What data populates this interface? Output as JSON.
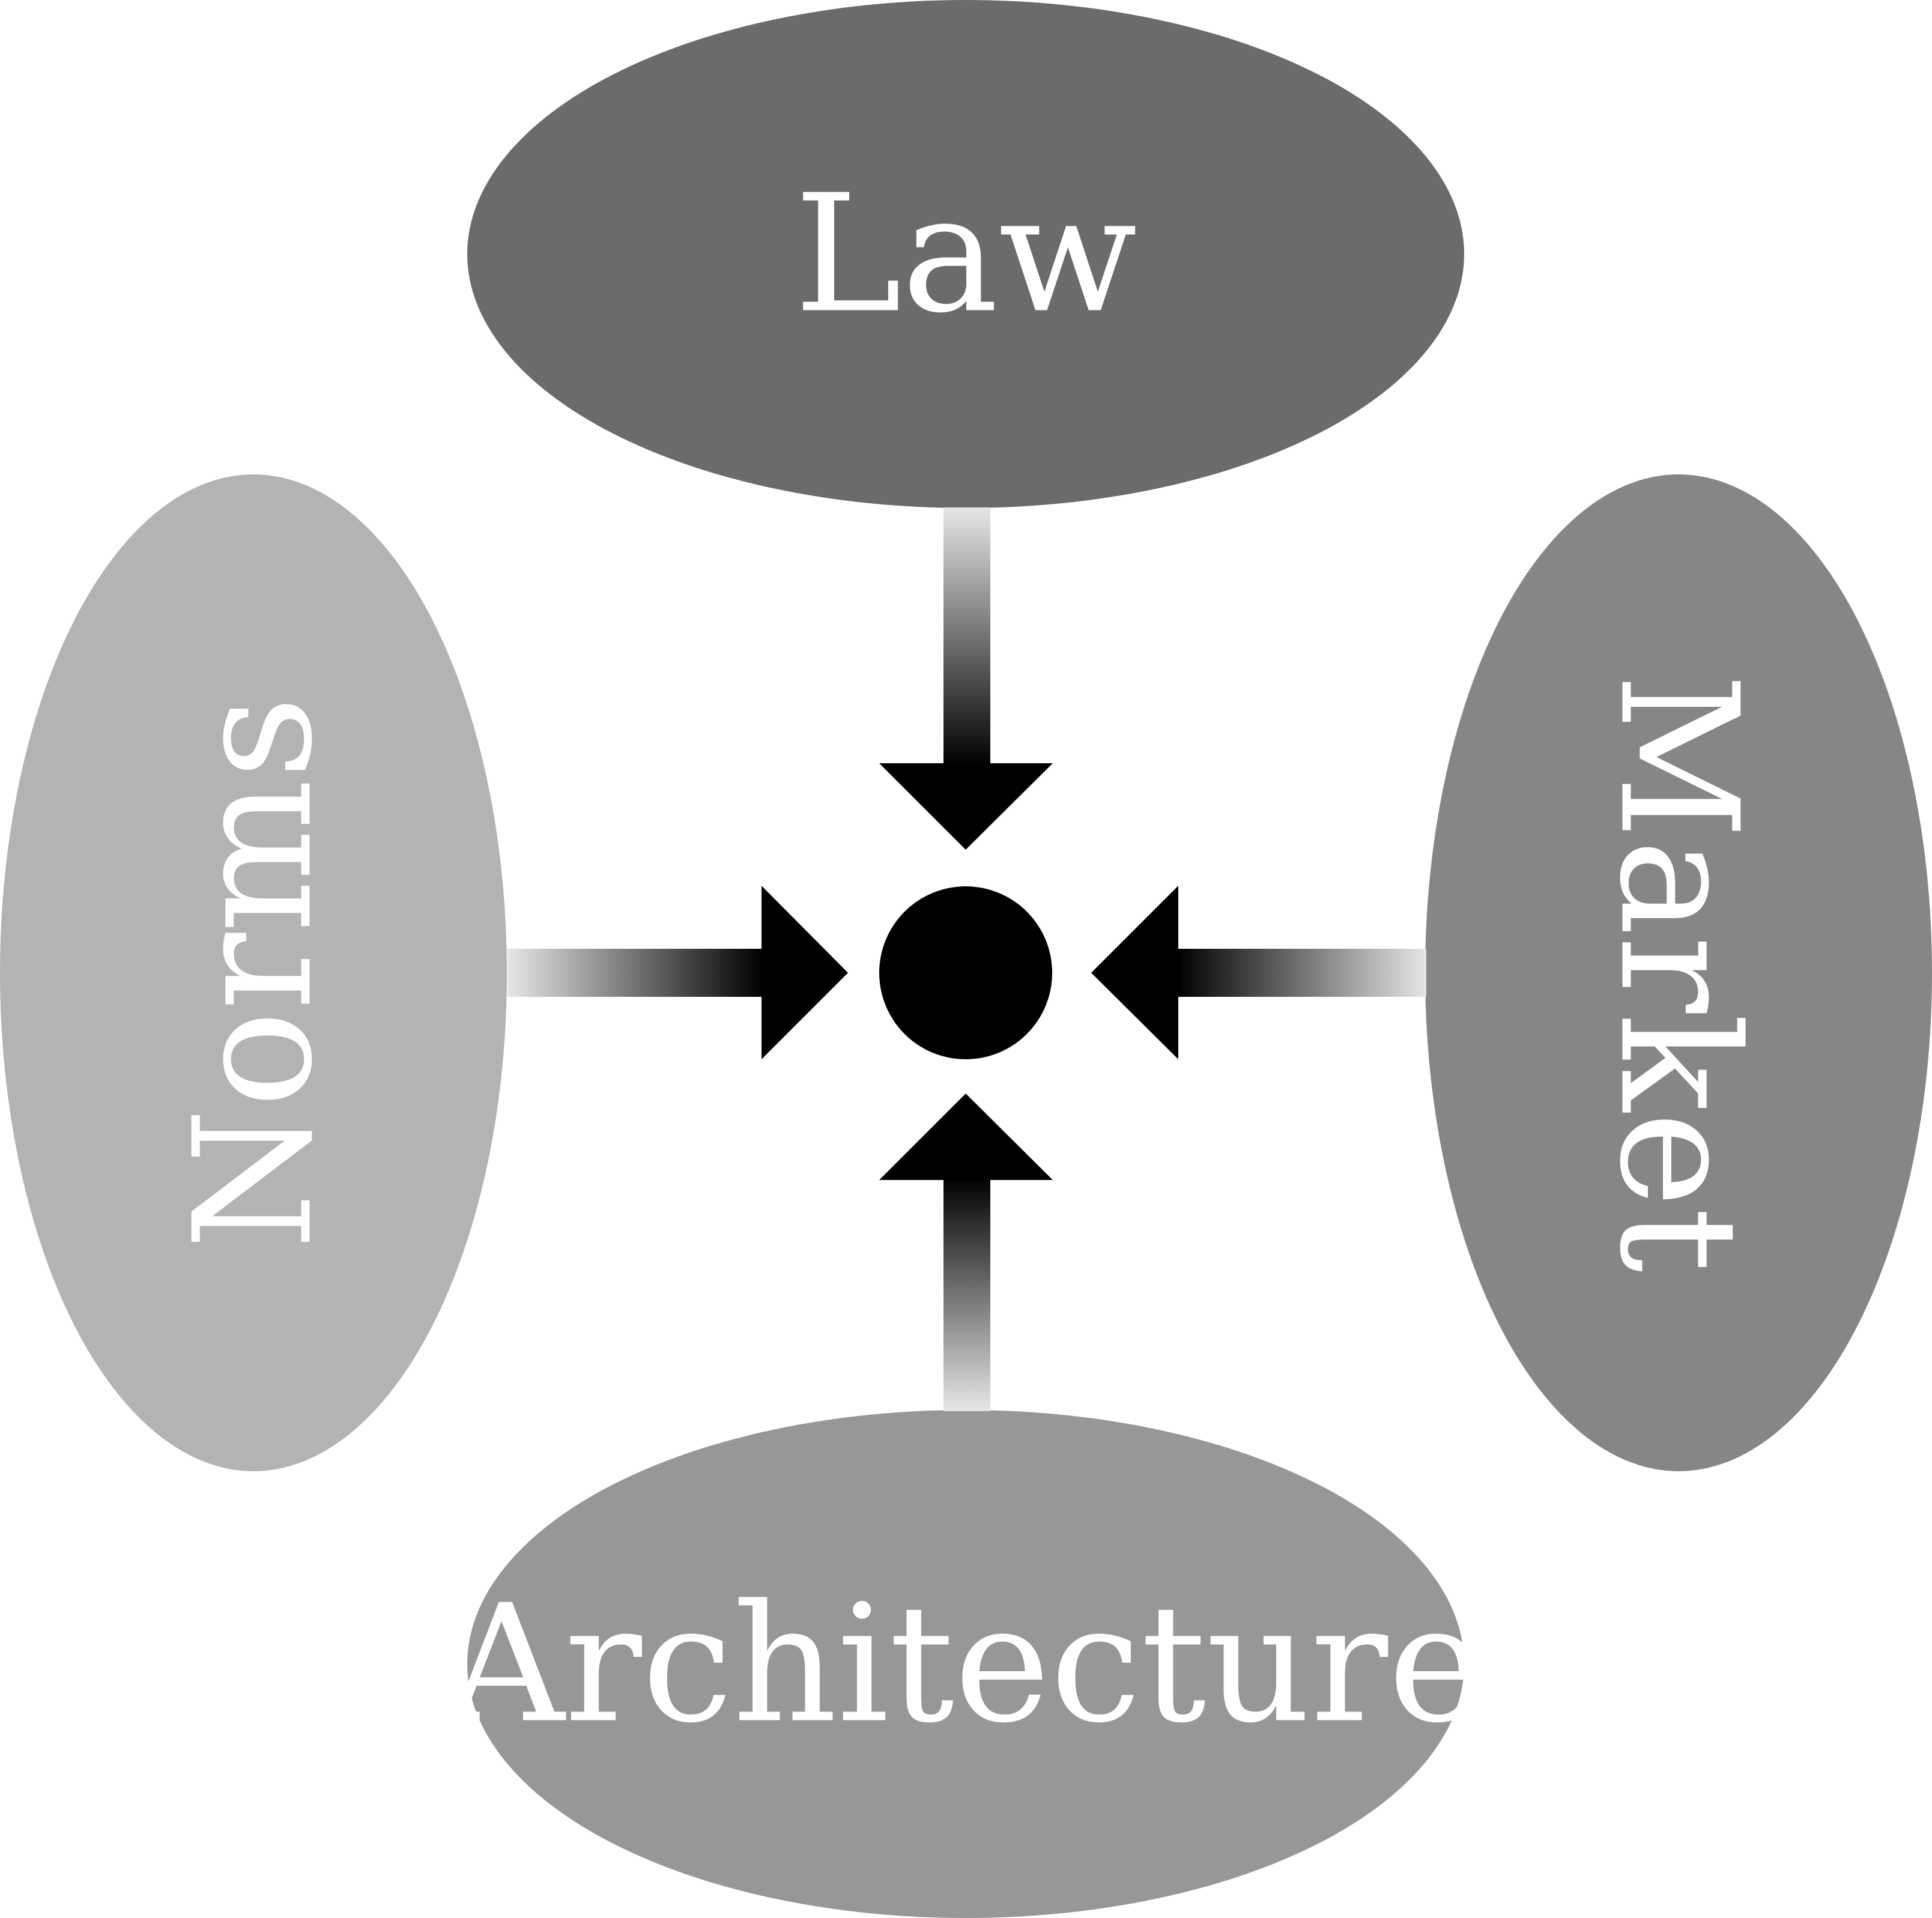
{
  "forces": {
    "law": {
      "label": "Law",
      "color": "#6b6b6b"
    },
    "norms": {
      "label": "Norms",
      "color": "#b3b3b3"
    },
    "market": {
      "label": "Market",
      "color": "#868686"
    },
    "architecture": {
      "label": "Architecture",
      "color": "#979797"
    }
  },
  "center": {
    "color": "#000000"
  },
  "arrow_color": "#000000"
}
